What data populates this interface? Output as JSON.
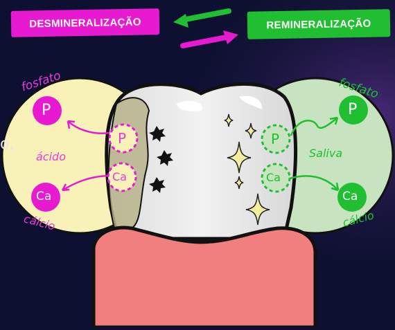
{
  "titles": {
    "demineralization": "DESMINERALIZAÇÃO",
    "remineralization": "REMINERALIZAÇÃO"
  },
  "left": {
    "phosphate_word": "fosfato",
    "acid_word": "ácido",
    "calcium_word": "cálcio",
    "phosphate_symbol": "P",
    "calcium_symbol": "Ca"
  },
  "right": {
    "phosphate_word": "fosfato",
    "saliva_word": "Saliva",
    "calcium_word": "cálcio",
    "phosphate_symbol": "P",
    "calcium_symbol": "Ca"
  },
  "edge_text": "o,",
  "colors": {
    "pink": "#e81ad1",
    "green": "#1fbf31",
    "background": "#0d1030",
    "left_zone": "#f8f1b8",
    "right_zone": "#c8e3c0",
    "gum": "#f07f7d",
    "tooth": "#ececec"
  }
}
